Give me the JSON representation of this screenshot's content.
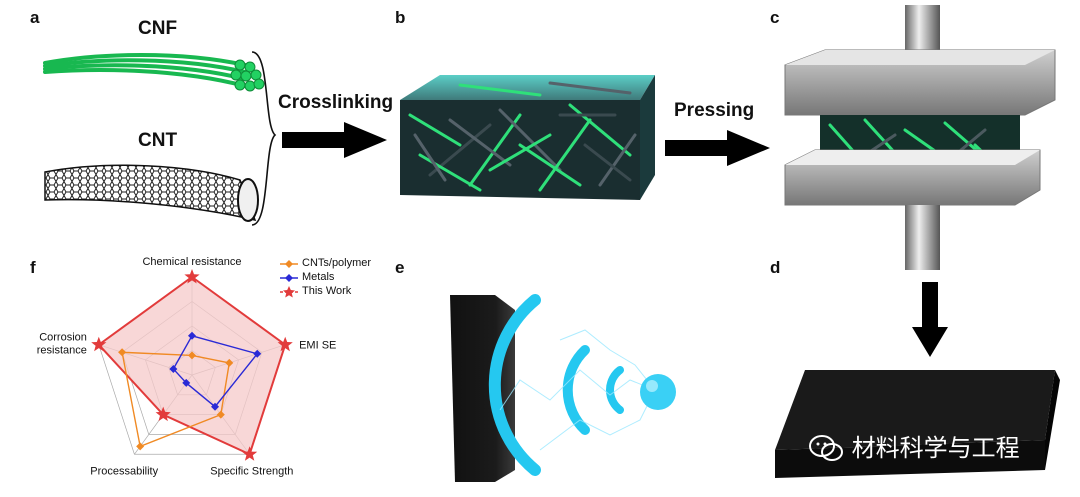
{
  "panels": {
    "a": "a",
    "b": "b",
    "c": "c",
    "d": "d",
    "e": "e",
    "f": "f"
  },
  "panel_a": {
    "cnf_label": "CNF",
    "cnt_label": "CNT"
  },
  "arrows": {
    "crosslinking": "Crosslinking",
    "pressing": "Pressing"
  },
  "watermark": {
    "text": "材料科学与工程",
    "icon": "wechat-icon"
  },
  "colors": {
    "cnf_green": "#1ec85a",
    "cnt_gray": "#333333",
    "series_cnt": "#f08a24",
    "series_metal": "#2a2ad6",
    "series_this": "#e23b3b",
    "this_fill": "#f6caca"
  },
  "chart_data": {
    "type": "radar",
    "axes": [
      "Chemical resistance",
      "EMI SE",
      "Specific Strength",
      "Processability",
      "Corrosion resistance"
    ],
    "axis_labels_display": [
      "Chemical resistance",
      "EMI SE",
      "Specific Strength",
      "Processability",
      "Corrosion\nresistance"
    ],
    "series": [
      {
        "name": "CNTs/polymer",
        "color": "#f08a24",
        "marker": "diamond",
        "values": [
          0.2,
          0.4,
          0.5,
          0.9,
          0.75
        ]
      },
      {
        "name": "Metals",
        "color": "#2a2ad6",
        "marker": "diamond",
        "values": [
          0.4,
          0.7,
          0.4,
          0.1,
          0.2
        ]
      },
      {
        "name": "This Work",
        "color": "#e23b3b",
        "marker": "star",
        "values": [
          1.0,
          1.0,
          1.0,
          0.5,
          1.0
        ]
      }
    ],
    "legend_position": "top-right",
    "grid": true
  }
}
